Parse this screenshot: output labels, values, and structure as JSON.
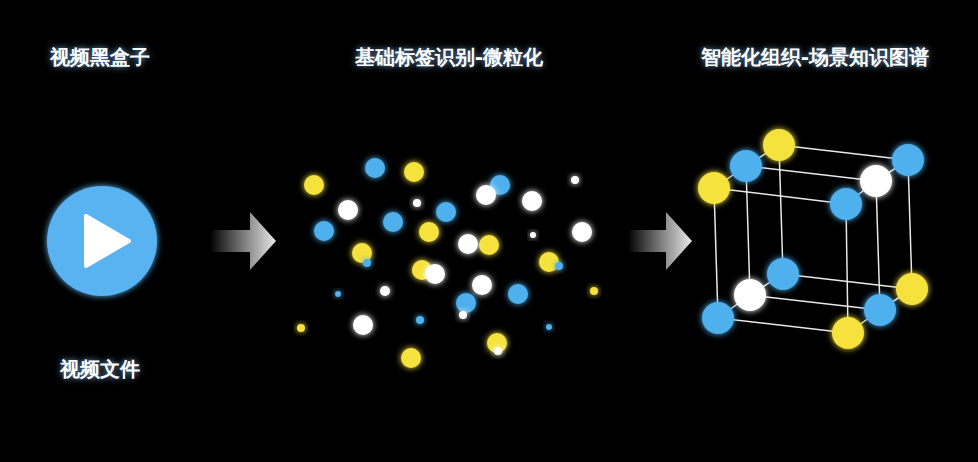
{
  "diagram": {
    "labels": [
      "视频黑盒子",
      "基础标签识别-微粒化",
      "智能化组织-场景知识图谱",
      "视频文件"
    ]
  }
}
